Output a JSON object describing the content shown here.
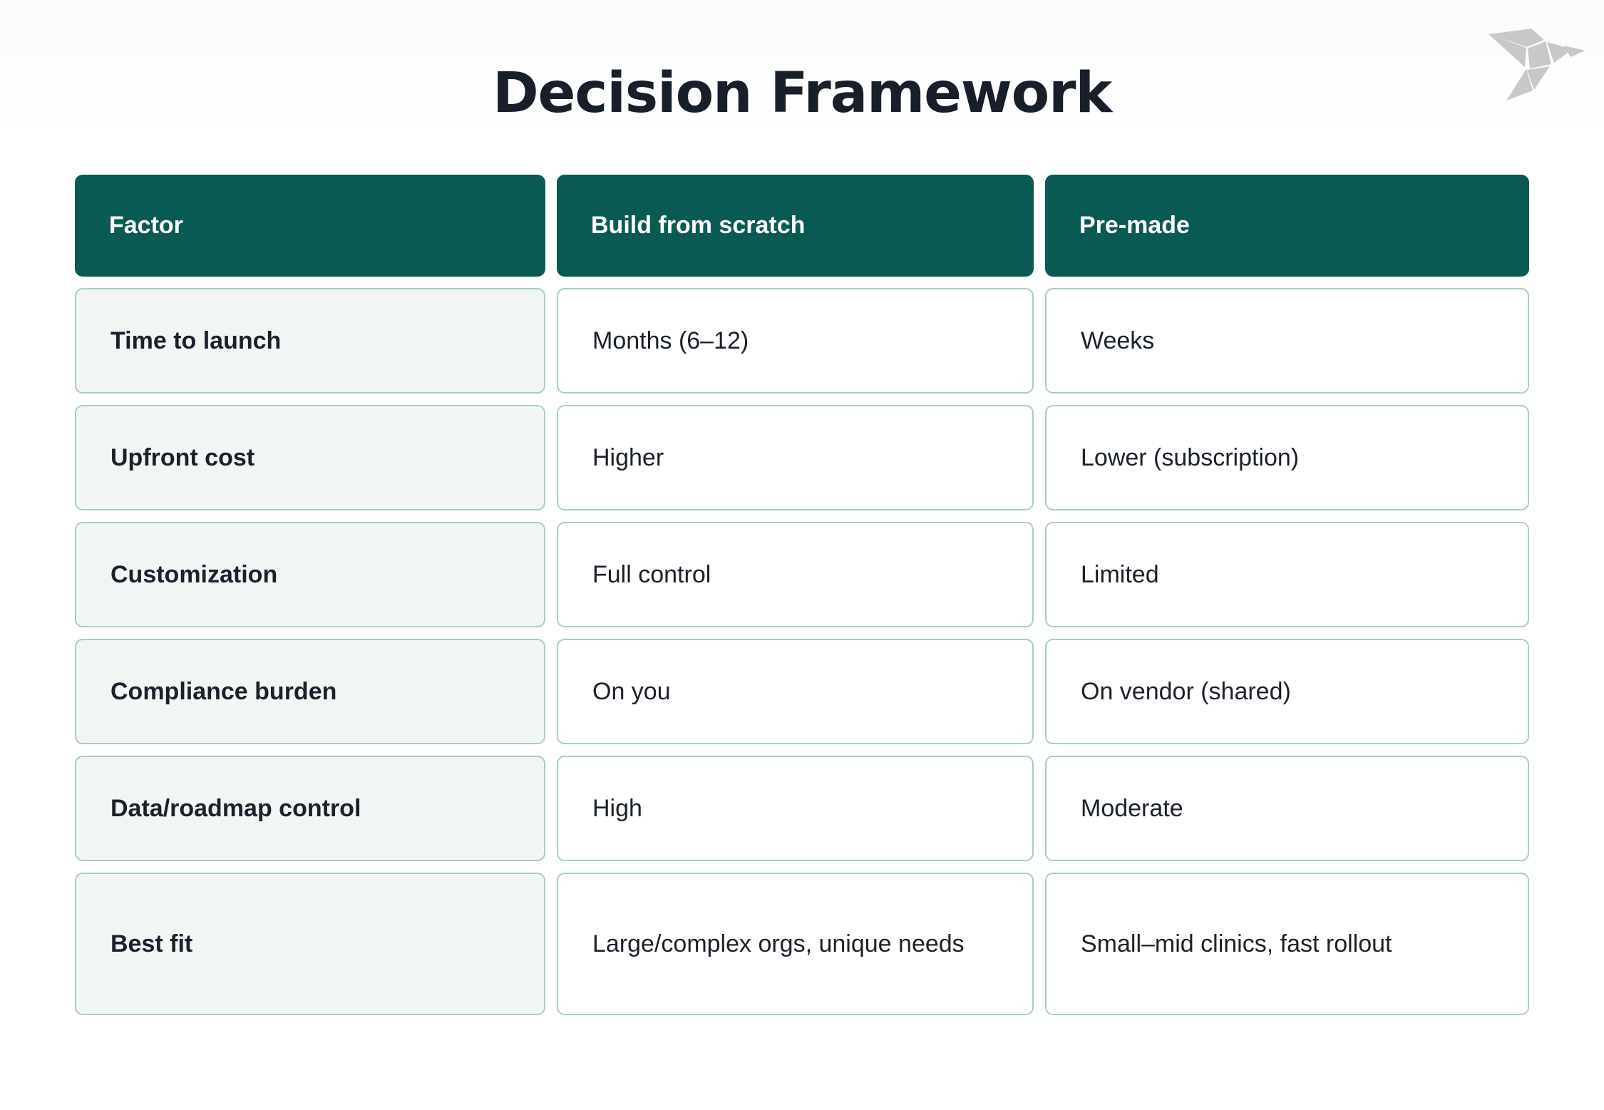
{
  "page": {
    "title": "Decision Framework",
    "logo_icon": "origami-bird-logo",
    "colors": {
      "header_teal": "#0a5a54",
      "factor_cell_bg": "#f1f6f4",
      "cell_border": "#a8cdc7",
      "title_text": "#181f2a",
      "body_text": "#1b212b",
      "logo_gray": "#c8c8c8",
      "page_bg": "#ffffff"
    }
  },
  "table": {
    "columns": [
      "Factor",
      "Build from scratch",
      "Pre-made"
    ],
    "rows": [
      {
        "factor": "Time to launch",
        "build": "Months (6–12)",
        "premade": "Weeks"
      },
      {
        "factor": "Upfront cost",
        "build": "Higher",
        "premade": "Lower (subscription)"
      },
      {
        "factor": "Customization",
        "build": "Full control",
        "premade": "Limited"
      },
      {
        "factor": "Compliance burden",
        "build": "On you",
        "premade": "On vendor (shared)"
      },
      {
        "factor": "Data/roadmap control",
        "build": "High",
        "premade": "Moderate"
      },
      {
        "factor": "Best fit",
        "build": "Large/complex orgs, unique needs",
        "premade": "Small–mid clinics, fast rollout"
      }
    ]
  }
}
